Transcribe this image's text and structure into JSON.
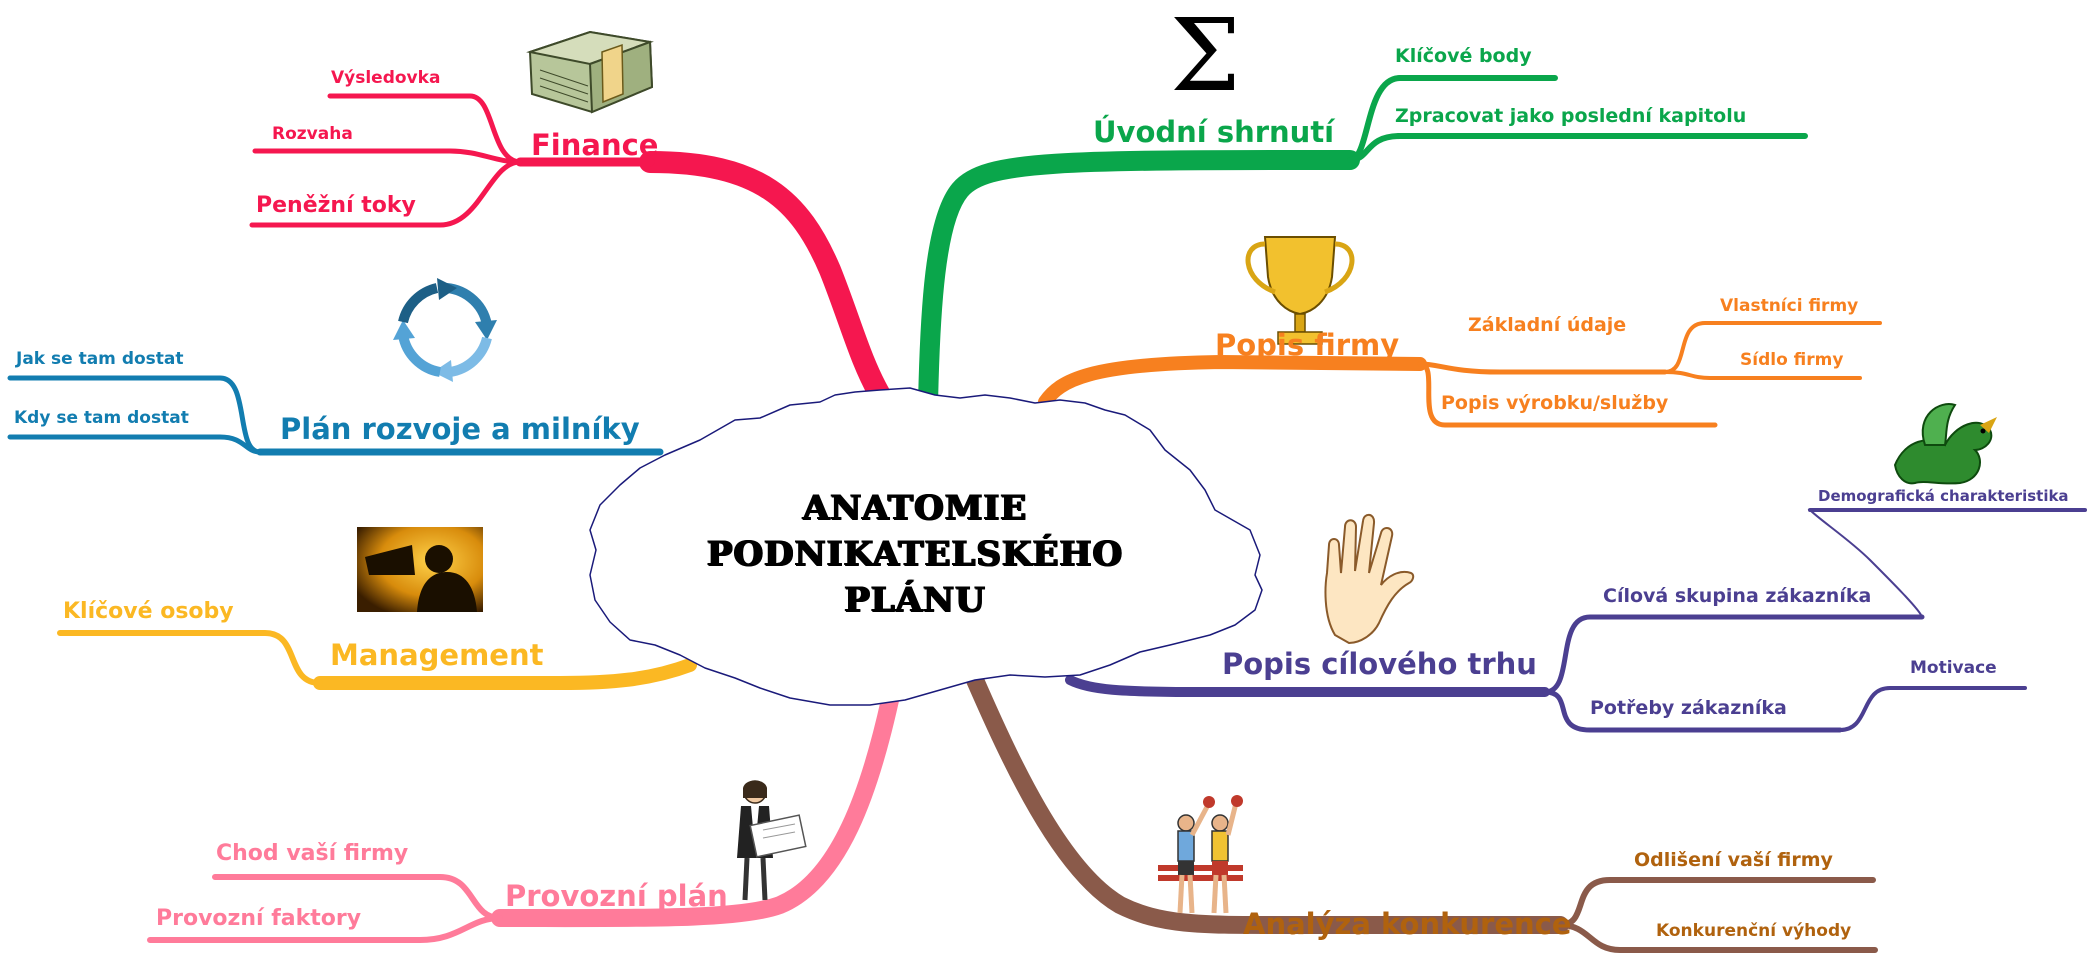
{
  "center": {
    "lines": [
      "ANATOMIE",
      "PODNIKATELSKÉHO",
      "PLÁNU"
    ]
  },
  "colors": {
    "finance": "#f5174f",
    "uvod": "#0aa64b",
    "popis_firmy": "#f7801f",
    "cilovy_trh": "#4b3f91",
    "konkurence": "#8a5a4a",
    "provoz": "#ff7b9a",
    "management": "#fbb823",
    "rozvoj": "#127db0",
    "cloud_outline": "#1a1a7a"
  },
  "branches": {
    "finance": {
      "label": "Finance",
      "icon": "money-stack-icon",
      "children": [
        "Výsledovka",
        "Rozvaha",
        "Peněžní toky"
      ]
    },
    "uvod": {
      "label": "Úvodní shrnutí",
      "icon": "sigma-icon",
      "children": [
        "Klíčové body",
        "Zpracovat jako poslední kapitolu"
      ]
    },
    "popis_firmy": {
      "label": "Popis firmy",
      "icon": "trophy-icon",
      "children": {
        "zakladni": "Základní údaje",
        "vlastnici": "Vlastníci firmy",
        "sidlo": "Sídlo firmy",
        "vyrobek": "Popis výrobku/služby"
      }
    },
    "cilovy_trh": {
      "label": "Popis cílového trhu",
      "icon": "hand-icon",
      "children": {
        "skupina": "Cílová skupina zákazníka",
        "demografie": "Demografická charakteristika",
        "potreby": "Potřeby zákazníka",
        "motivace": "Motivace"
      },
      "demografie_icon": "dragon-icon"
    },
    "konkurence": {
      "label": "Analýza konkurence",
      "icon": "boxers-icon",
      "children": [
        "Odlišení vaší firmy",
        "Konkurenční výhody"
      ]
    },
    "provoz": {
      "label": "Provozní plán",
      "icon": "businesswoman-icon",
      "children": [
        "Chod vaší firmy",
        "Provozní faktory"
      ]
    },
    "management": {
      "label": "Management",
      "icon": "megaphone-icon",
      "children": [
        "Klíčové osoby"
      ]
    },
    "rozvoj": {
      "label": "Plán rozvoje a milníky",
      "icon": "cycle-arrows-icon",
      "children": [
        "Jak se tam dostat",
        "Kdy se tam dostat"
      ]
    }
  }
}
